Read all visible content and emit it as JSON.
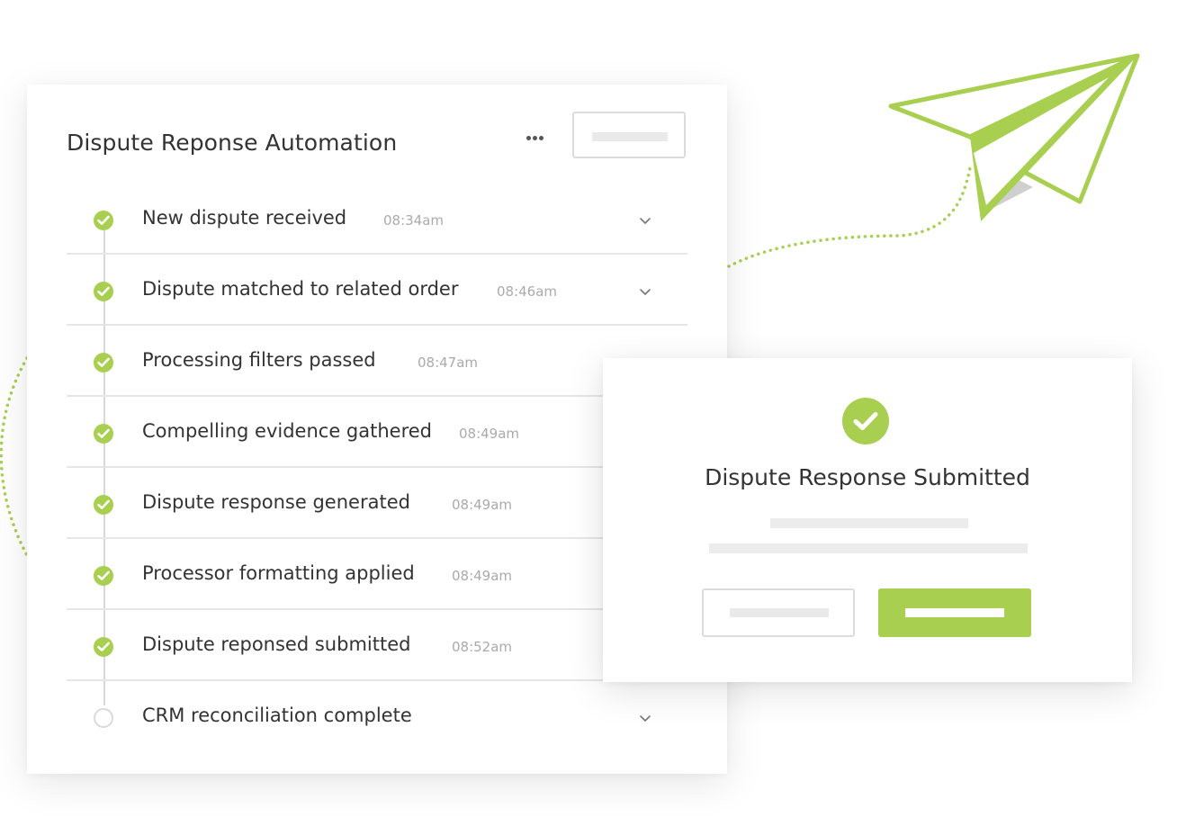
{
  "panel": {
    "title": "Dispute Reponse Automation",
    "steps": [
      {
        "label": "New dispute received",
        "time": "08:34am",
        "status": "done"
      },
      {
        "label": "Dispute matched to related order",
        "time": "08:46am",
        "status": "done"
      },
      {
        "label": "Processing filters passed",
        "time": "08:47am",
        "status": "done"
      },
      {
        "label": "Compelling evidence gathered",
        "time": "08:49am",
        "status": "done"
      },
      {
        "label": "Dispute response generated",
        "time": "08:49am",
        "status": "done"
      },
      {
        "label": "Processor formatting applied",
        "time": "08:49am",
        "status": "done"
      },
      {
        "label": "Dispute reponsed submitted",
        "time": "08:52am",
        "status": "done"
      },
      {
        "label": "CRM reconciliation complete",
        "time": "",
        "status": "pending"
      }
    ]
  },
  "modal": {
    "title": "Dispute Response Submitted"
  },
  "icons": {
    "more": "more-dots-icon",
    "done": "check-circle-icon",
    "pending": "empty-circle-icon",
    "expand": "chevron-down-icon",
    "decoration": "paper-plane-icon"
  },
  "colors": {
    "accent": "#a9cf51",
    "text": "#333333",
    "muted": "#aaaaaa",
    "divider": "#e6e6e6"
  }
}
